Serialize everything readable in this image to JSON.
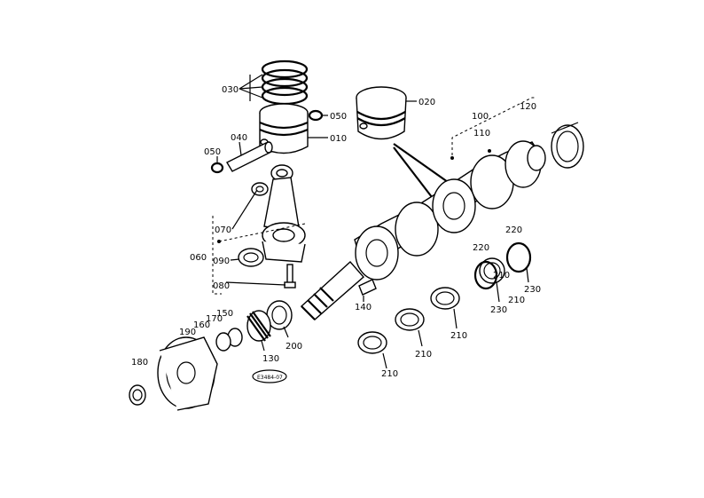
{
  "labels": {
    "p010": "010",
    "p020": "020",
    "p030": "030",
    "p040": "040",
    "p050a": "050",
    "p050b": "050",
    "p060": "060",
    "p070": "070",
    "p080": "080",
    "p090": "090",
    "p100": "100",
    "p110": "110",
    "p120": "120",
    "p130": "130",
    "p140": "140",
    "p150": "150",
    "p160": "160",
    "p170": "170",
    "p180": "180",
    "p190": "190",
    "p200": "200",
    "p210a": "210",
    "p210b": "210",
    "p210c": "210",
    "p210d": "210",
    "p210e": "210",
    "p220a": "220",
    "p220b": "220",
    "p230a": "230",
    "p230b": "230"
  },
  "stamp": "E3484-07"
}
